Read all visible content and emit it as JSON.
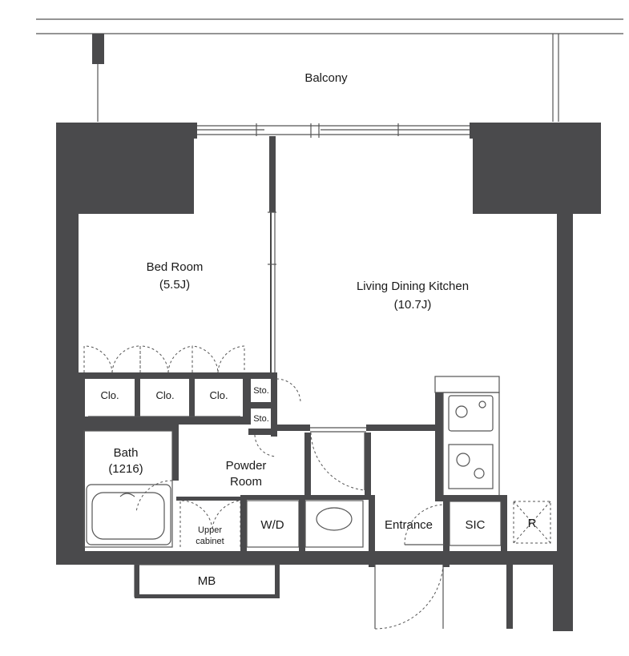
{
  "rooms": {
    "balcony": "Balcony",
    "bedroom_name": "Bed Room",
    "bedroom_size": "(5.5J)",
    "ldk_name": "Living Dining Kitchen",
    "ldk_size": "(10.7J)",
    "bath_name": "Bath",
    "bath_size": "(1216)",
    "powder_line1": "Powder",
    "powder_line2": "Room",
    "entrance": "Entrance",
    "sic": "SIC",
    "mb": "MB",
    "wd": "W/D",
    "refrigerator": "R",
    "upper_cabinet_line1": "Upper",
    "upper_cabinet_line2": "cabinet"
  },
  "closets": [
    "Clo.",
    "Clo.",
    "Clo."
  ],
  "storage": [
    "Sto.",
    "Sto."
  ]
}
